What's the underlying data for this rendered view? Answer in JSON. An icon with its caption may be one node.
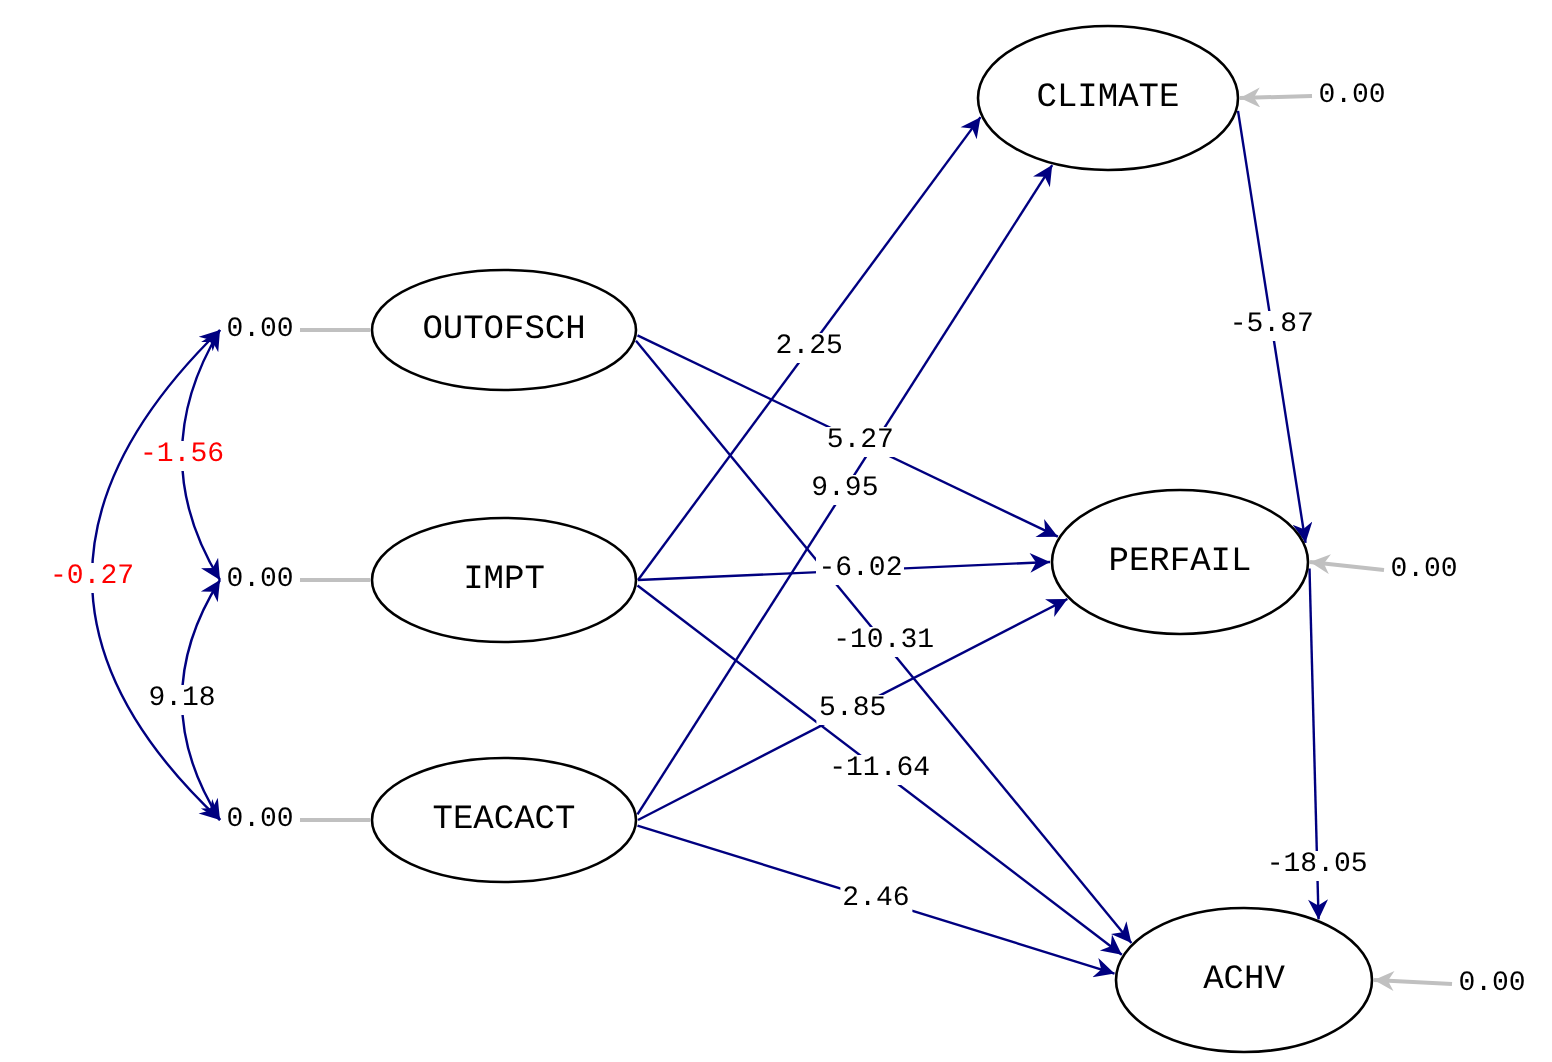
{
  "diagram": {
    "nodes": [
      {
        "text": [
          "OUTOFSCH"
        ]
      },
      {
        "text": [
          "IMPT"
        ]
      },
      {
        "text": [
          "TEACACT"
        ]
      },
      {
        "text": [
          "CLIMATE"
        ]
      },
      {
        "text": [
          "PERFAIL"
        ]
      },
      {
        "text": [
          "ACHV"
        ]
      },
      {
        "text": [
          "0.00"
        ]
      },
      {
        "text": [
          "0.00"
        ]
      },
      {
        "text": [
          "0.00"
        ]
      },
      {
        "text": [
          "0.00"
        ]
      },
      {
        "text": [
          "0.00"
        ]
      },
      {
        "text": [
          "0.00"
        ]
      }
    ],
    "edges": [
      {
        "from": 0,
        "to": 4,
        "arrow": "to",
        "label": "5.27"
      },
      {
        "from": 0,
        "to": 5,
        "arrow": "to",
        "label": "-10.31"
      },
      {
        "from": 1,
        "to": 3,
        "arrow": "to",
        "label": "2.25"
      },
      {
        "from": 1,
        "to": 4,
        "arrow": "to",
        "label": "-6.02"
      },
      {
        "from": 1,
        "to": 5,
        "arrow": "to",
        "label": "-11.64"
      },
      {
        "from": 2,
        "to": 3,
        "arrow": "to",
        "label": "9.95"
      },
      {
        "from": 2,
        "to": 4,
        "arrow": "to",
        "label": "5.85"
      },
      {
        "from": 2,
        "to": 5,
        "arrow": "to",
        "label": "2.46"
      },
      {
        "from": 3,
        "to": 4,
        "arrow": "to",
        "label": "-5.87"
      },
      {
        "from": 4,
        "to": 5,
        "arrow": "to",
        "label": "-18.05"
      },
      {
        "from": 6,
        "to": 7,
        "arrow": "both",
        "label": "-1.56"
      },
      {
        "from": 7,
        "to": 8,
        "arrow": "both",
        "label": "9.18"
      },
      {
        "from": 6,
        "to": 8,
        "arrow": "both",
        "label": "-0.27"
      },
      {
        "from": 6,
        "to": 0,
        "arrow": "none",
        "color": "#c0c0c0"
      },
      {
        "from": 7,
        "to": 1,
        "arrow": "none",
        "color": "#c0c0c0"
      },
      {
        "from": 8,
        "to": 2,
        "arrow": "none",
        "color": "#c0c0c0"
      },
      {
        "from": 9,
        "to": 3,
        "arrow": "to",
        "color": "#c0c0c0"
      },
      {
        "from": 10,
        "to": 4,
        "arrow": "to",
        "color": "#c0c0c0"
      },
      {
        "from": 11,
        "to": 5,
        "arrow": "to",
        "color": "#c0c0c0"
      }
    ]
  }
}
